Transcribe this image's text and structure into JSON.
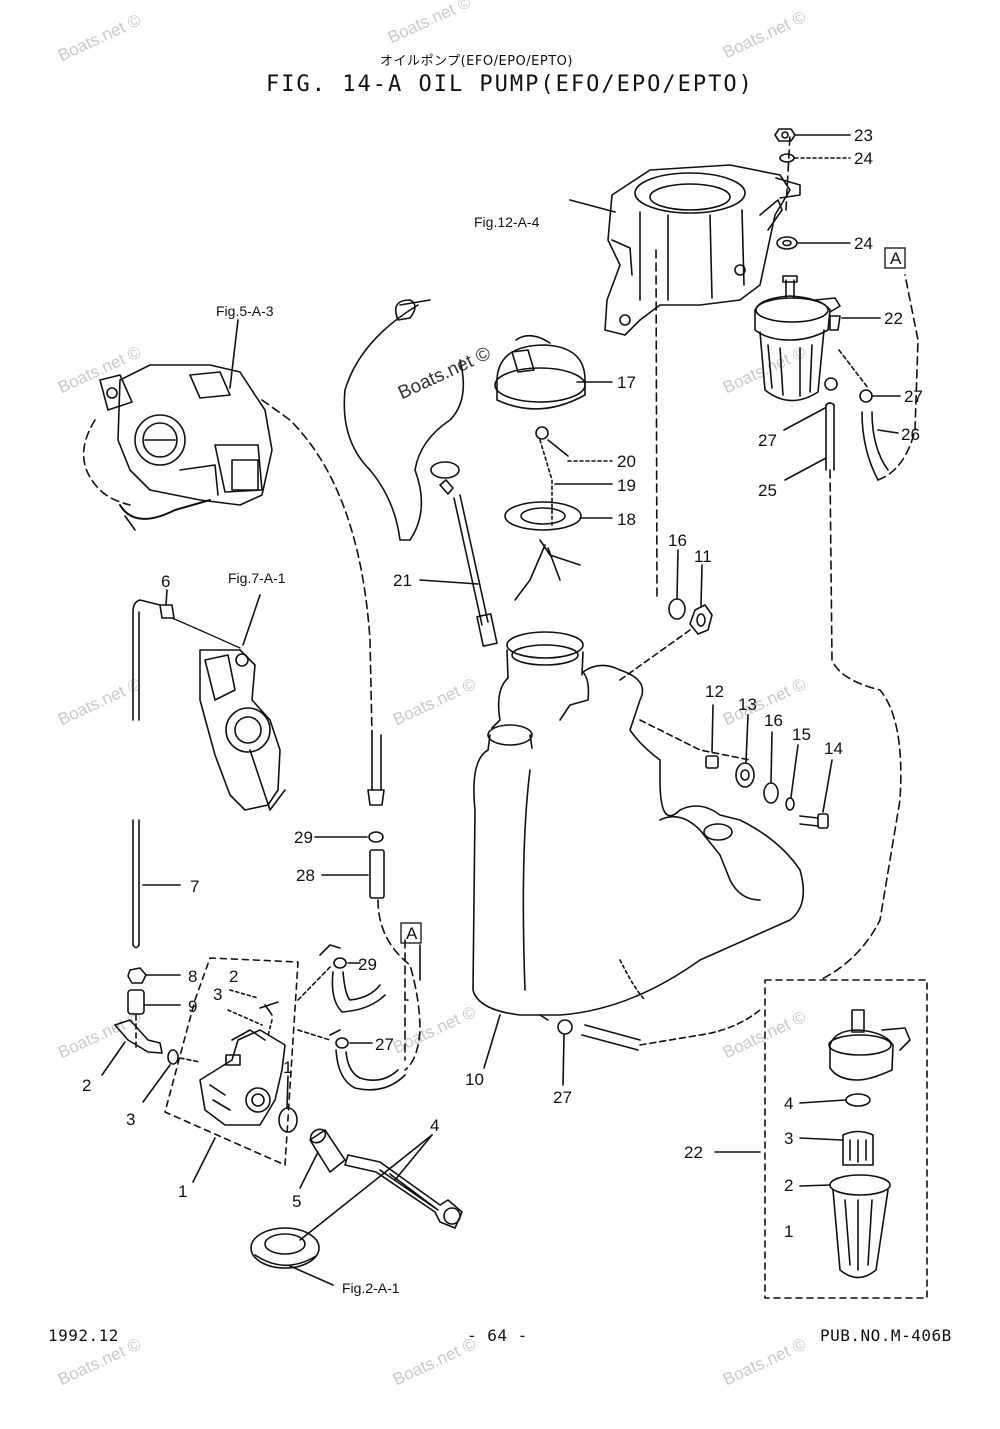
{
  "header": {
    "subtitle": "オイルポンプ(EFO/EPO/EPTO)",
    "title": "FIG. 14-A OIL PUMP(EFO/EPO/EPTO)"
  },
  "footer": {
    "date": "1992.12",
    "page": "- 64 -",
    "pub": "PUB.NO.M-406B"
  },
  "watermark": "Boats.net ©",
  "references": {
    "fig12": "Fig.12-A-4",
    "fig5": "Fig.5-A-3",
    "fig7": "Fig.7-A-1",
    "fig2": "Fig.2-A-1",
    "box_a1": "A",
    "box_a2": "A"
  },
  "callouts": {
    "c23": "23",
    "c24a": "24",
    "c24b": "24",
    "c22": "22",
    "c27a": "27",
    "c27b": "27",
    "c26": "26",
    "c25": "25",
    "c17": "17",
    "c20": "20",
    "c19": "19",
    "c18": "18",
    "c16a": "16",
    "c11": "11",
    "c21": "21",
    "c12": "12",
    "c13": "13",
    "c16b": "16",
    "c15": "15",
    "c14": "14",
    "c6": "6",
    "c7": "7",
    "c8": "8",
    "c9": "9",
    "c2a": "2",
    "c3a": "3",
    "c2b": "2",
    "c3b": "3",
    "c1a": "1",
    "c1b": "1",
    "c29a": "29",
    "c28": "28",
    "c29b": "29",
    "c27c": "27",
    "c4": "4",
    "c5": "5",
    "c10": "10",
    "c27d": "27",
    "c22b": "22",
    "d4": "4",
    "d3": "3",
    "d2": "2",
    "d1": "1"
  }
}
